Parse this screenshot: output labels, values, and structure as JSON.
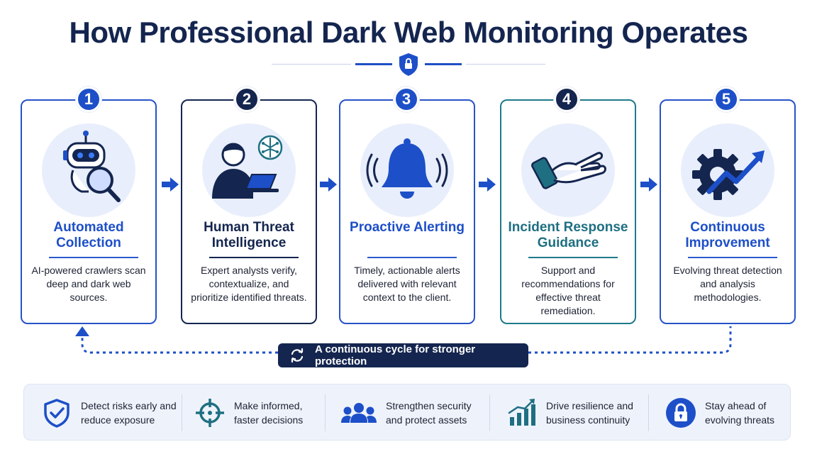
{
  "title": "How Professional Dark Web Monitoring Operates",
  "steps": [
    {
      "number": "1",
      "title": "Automated Collection",
      "description": "AI-powered crawlers scan deep and dark web sources.",
      "icon": "robot-magnifier-icon"
    },
    {
      "number": "2",
      "title": "Human Threat Intelligence",
      "description": "Expert analysts verify, contextualize, and prioritize identified threats.",
      "icon": "analyst-laptop-icon"
    },
    {
      "number": "3",
      "title": "Proactive Alerting",
      "description": "Timely, actionable alerts delivered with relevant context to the client.",
      "icon": "bell-icon"
    },
    {
      "number": "4",
      "title": "Incident Response Guidance",
      "description": "Support and recommendations for effective threat remediation.",
      "icon": "hand-phone-icon"
    },
    {
      "number": "5",
      "title": "Continuous Improvement",
      "description": "Evolving threat detection and analysis methodologies.",
      "icon": "gear-trend-icon"
    }
  ],
  "cycle_label": "A continuous cycle for stronger protection",
  "benefits": [
    {
      "text": "Detect risks early and reduce exposure",
      "icon": "shield-check-icon"
    },
    {
      "text": "Make informed, faster decisions",
      "icon": "crosshair-icon"
    },
    {
      "text": "Strengthen security and protect assets",
      "icon": "team-icon"
    },
    {
      "text": "Drive resilience and business continuity",
      "icon": "growth-chart-icon"
    },
    {
      "text": "Stay ahead of evolving threats",
      "icon": "lock-icon"
    }
  ],
  "colors": {
    "primary": "#1d4fc8",
    "navy": "#14254f",
    "teal": "#1e6f82",
    "panel": "#eef3fb"
  }
}
